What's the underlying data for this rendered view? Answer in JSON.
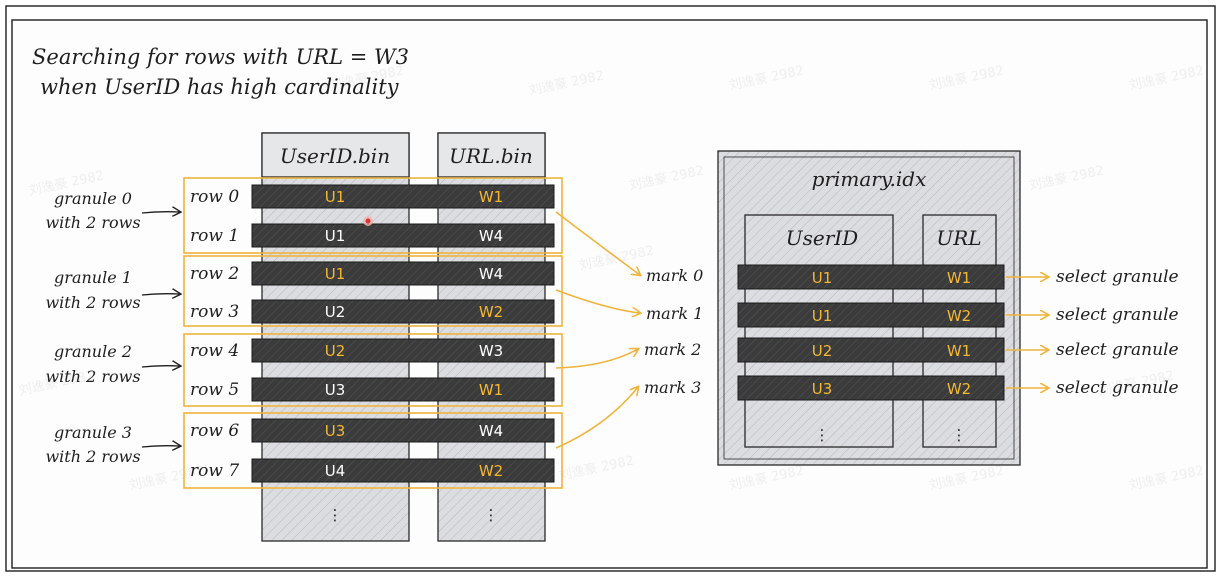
{
  "title": {
    "line1": "Searching for rows with URL = W3",
    "line2": "when UserID has high cardinality"
  },
  "columns": {
    "userid_header": "UserID.bin",
    "url_header": "URL.bin"
  },
  "rows": [
    {
      "label": "row 0",
      "userid": "U1",
      "url": "W1",
      "userid_highlight": true,
      "url_highlight": true
    },
    {
      "label": "row 1",
      "userid": "U1",
      "url": "W4",
      "userid_highlight": false,
      "url_highlight": false
    },
    {
      "label": "row 2",
      "userid": "U1",
      "url": "W4",
      "userid_highlight": true,
      "url_highlight": false
    },
    {
      "label": "row 3",
      "userid": "U2",
      "url": "W2",
      "userid_highlight": false,
      "url_highlight": true
    },
    {
      "label": "row 4",
      "userid": "U2",
      "url": "W3",
      "userid_highlight": true,
      "url_highlight": false
    },
    {
      "label": "row 5",
      "userid": "U3",
      "url": "W1",
      "userid_highlight": false,
      "url_highlight": true
    },
    {
      "label": "row 6",
      "userid": "U3",
      "url": "W4",
      "userid_highlight": true,
      "url_highlight": false
    },
    {
      "label": "row 7",
      "userid": "U4",
      "url": "W2",
      "userid_highlight": false,
      "url_highlight": true
    }
  ],
  "granules": [
    {
      "line1": "granule 0",
      "line2": "with 2 rows"
    },
    {
      "line1": "granule 1",
      "line2": "with 2 rows"
    },
    {
      "line1": "granule 2",
      "line2": "with 2 rows"
    },
    {
      "line1": "granule 3",
      "line2": "with 2 rows"
    }
  ],
  "marks": [
    "mark 0",
    "mark 1",
    "mark 2",
    "mark 3"
  ],
  "primary": {
    "title": "primary.idx",
    "userid_header": "UserID",
    "url_header": "URL",
    "entries": [
      {
        "userid": "U1",
        "url": "W1",
        "action": "select granule"
      },
      {
        "userid": "U1",
        "url": "W2",
        "action": "select granule"
      },
      {
        "userid": "U2",
        "url": "W1",
        "action": "select granule"
      },
      {
        "userid": "U3",
        "url": "W2",
        "action": "select granule"
      }
    ]
  },
  "ellipsis": "⋮",
  "watermark": "刘逸豪 2982",
  "colors": {
    "highlight": "#f5b82e",
    "cell_fill": "#3a3a3a",
    "ink": "#1e1e1e",
    "column_fill": "#d9dadc",
    "panel_fill": "#e8e9ea",
    "granule_border": "#f0b43c"
  }
}
